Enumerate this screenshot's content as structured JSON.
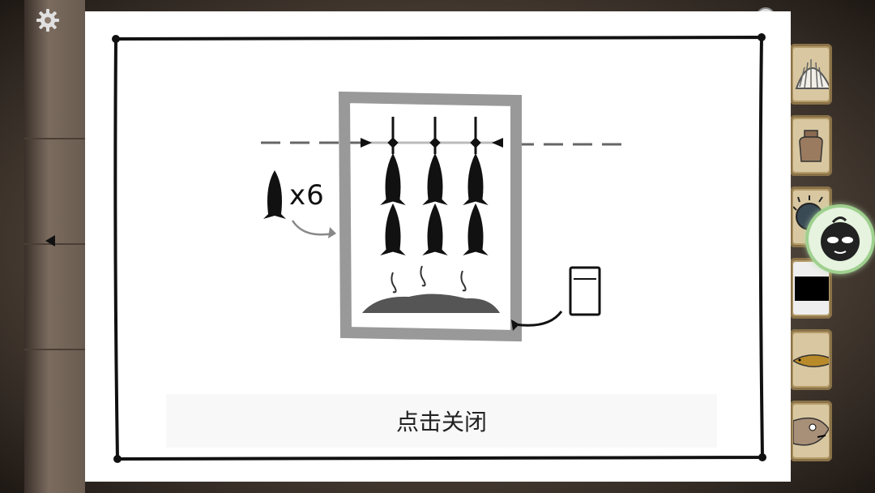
{
  "popup": {
    "close_hint": "点击关闭",
    "fish_count_label": "x6"
  },
  "icons": {
    "settings": "gear-icon",
    "left_nav": "left-arrow-icon",
    "hint": "hint-face-icon"
  },
  "inventory": {
    "items": [
      {
        "name": "scallop-shell"
      },
      {
        "name": "clay-jar"
      },
      {
        "name": "pufferfish"
      },
      {
        "name": "smoker-box"
      },
      {
        "name": "dried-fish"
      },
      {
        "name": "fish-head"
      }
    ]
  },
  "colors": {
    "popup_bg": "#ffffff",
    "slot_border": "#b59b6a",
    "hint_glow": "#9fd08f"
  }
}
